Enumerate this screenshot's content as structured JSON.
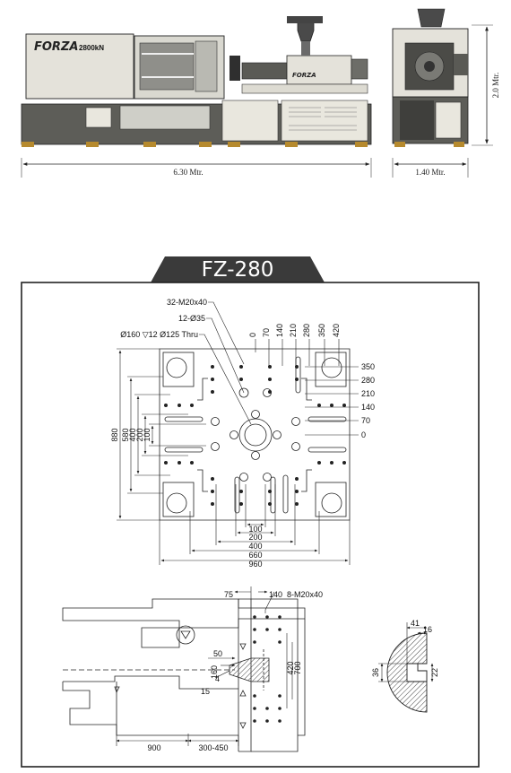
{
  "machine": {
    "brand": "FORZA",
    "tonnage_badge": "2800kN",
    "overall_length": "6.30 Mtr.",
    "overall_width": "1.40 Mtr.",
    "overall_height": "2.0 Mtr."
  },
  "model": "FZ-280",
  "platen": {
    "callout_bolts": "32-M20x40",
    "callout_holes": "12-Ø35",
    "callout_center": "Ø160 ▽12  Ø125 Thru",
    "top_scale": [
      "0",
      "70",
      "140",
      "210",
      "280",
      "350",
      "420"
    ],
    "right_scale": [
      "350",
      "280",
      "210",
      "140",
      "70",
      "0"
    ],
    "left_dims": [
      "880",
      "580",
      "400",
      "200",
      "100"
    ],
    "bottom_dims": [
      "100",
      "200",
      "400",
      "660",
      "960"
    ]
  },
  "side_view": {
    "top_dims": [
      "75",
      "140",
      "8-M20x40"
    ],
    "dim_50": "50",
    "dim_160": "160",
    "dim_4": "4",
    "dim_15": "15",
    "dim_420": "420",
    "dim_700": "700",
    "bottom_900": "900",
    "bottom_range": "300-450"
  },
  "t_slot": {
    "dim_41": "41",
    "dim_16": "16",
    "dim_36": "36",
    "dim_22": "22"
  }
}
